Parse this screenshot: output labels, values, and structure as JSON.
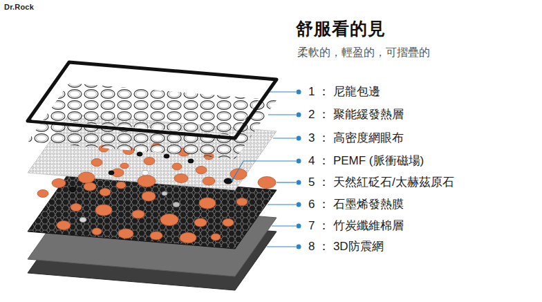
{
  "diagram": {
    "title": "舒服看的見",
    "labels": [
      "Dr.Rock",
      "柔軟的，輕盈的，可摺疊的",
      "1 ： 尼龍包邊",
      "2 ： 聚能緩發熱層",
      "3 ： 高密度網眼布",
      "4 ： PEMF (脈衝磁場)",
      "5 ： 天然紅砭石/太赫茲原石",
      "6 ： 石墨烯發熱膜",
      "7 ： 竹炭纖維棉層",
      "8 ： 3D防震網"
    ]
  }
}
